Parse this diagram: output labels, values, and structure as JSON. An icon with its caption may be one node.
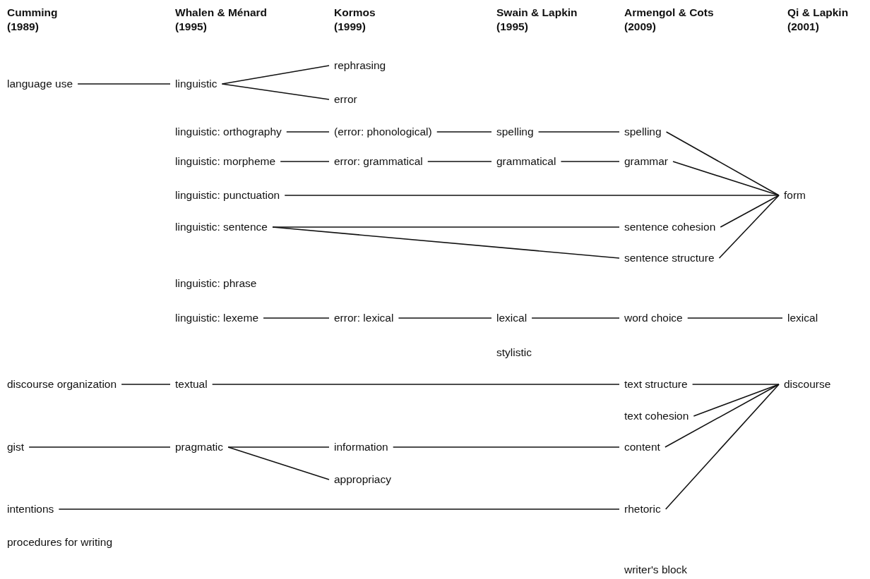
{
  "diagram": {
    "nodes": [
      {
        "text": [
          "language use"
        ]
      },
      {
        "text": [
          "linguistic"
        ]
      },
      {
        "text": [
          "rephrasing"
        ]
      },
      {
        "text": [
          "error"
        ]
      },
      {
        "text": [
          "linguistic: orthography"
        ]
      },
      {
        "text": [
          "(error: phonological)"
        ]
      },
      {
        "text": [
          "spelling"
        ]
      },
      {
        "text": [
          "spelling"
        ]
      },
      {
        "text": [
          "linguistic: morpheme"
        ]
      },
      {
        "text": [
          "error: grammatical"
        ]
      },
      {
        "text": [
          "grammatical"
        ]
      },
      {
        "text": [
          "grammar"
        ]
      },
      {
        "text": [
          "linguistic: punctuation"
        ]
      },
      {
        "text": [
          "form"
        ]
      },
      {
        "text": [
          "linguistic: sentence"
        ]
      },
      {
        "text": [
          "sentence cohesion"
        ]
      },
      {
        "text": [
          "sentence structure"
        ]
      },
      {
        "text": [
          "linguistic: phrase"
        ]
      },
      {
        "text": [
          "linguistic: lexeme"
        ]
      },
      {
        "text": [
          "error: lexical"
        ]
      },
      {
        "text": [
          "lexical"
        ]
      },
      {
        "text": [
          "word choice"
        ]
      },
      {
        "text": [
          "lexical"
        ]
      },
      {
        "text": [
          "stylistic"
        ]
      },
      {
        "text": [
          "discourse organization"
        ]
      },
      {
        "text": [
          "textual"
        ]
      },
      {
        "text": [
          "text structure"
        ]
      },
      {
        "text": [
          "discourse"
        ]
      },
      {
        "text": [
          "text cohesion"
        ]
      },
      {
        "text": [
          "gist"
        ]
      },
      {
        "text": [
          "pragmatic"
        ]
      },
      {
        "text": [
          "information"
        ]
      },
      {
        "text": [
          "content"
        ]
      },
      {
        "text": [
          "appropriacy"
        ]
      },
      {
        "text": [
          "intentions"
        ]
      },
      {
        "text": [
          "rhetoric"
        ]
      },
      {
        "text": [
          "procedures for writing"
        ]
      },
      {
        "text": [
          "writer's block"
        ]
      }
    ],
    "edges": [
      {
        "from": 0,
        "to": 1,
        "arrow": "none"
      },
      {
        "from": 1,
        "to": 2,
        "arrow": "none"
      },
      {
        "from": 1,
        "to": 3,
        "arrow": "none"
      },
      {
        "from": 4,
        "to": 5,
        "arrow": "none"
      },
      {
        "from": 5,
        "to": 6,
        "arrow": "none"
      },
      {
        "from": 6,
        "to": 7,
        "arrow": "none"
      },
      {
        "from": 7,
        "to": 13,
        "arrow": "none"
      },
      {
        "from": 8,
        "to": 9,
        "arrow": "none"
      },
      {
        "from": 9,
        "to": 10,
        "arrow": "none"
      },
      {
        "from": 10,
        "to": 11,
        "arrow": "none"
      },
      {
        "from": 11,
        "to": 13,
        "arrow": "none"
      },
      {
        "from": 12,
        "to": 13,
        "arrow": "none"
      },
      {
        "from": 14,
        "to": 15,
        "arrow": "none"
      },
      {
        "from": 14,
        "to": 16,
        "arrow": "none"
      },
      {
        "from": 15,
        "to": 13,
        "arrow": "none"
      },
      {
        "from": 16,
        "to": 13,
        "arrow": "none"
      },
      {
        "from": 18,
        "to": 19,
        "arrow": "none"
      },
      {
        "from": 19,
        "to": 20,
        "arrow": "none"
      },
      {
        "from": 20,
        "to": 21,
        "arrow": "none"
      },
      {
        "from": 21,
        "to": 22,
        "arrow": "none"
      },
      {
        "from": 24,
        "to": 25,
        "arrow": "none"
      },
      {
        "from": 25,
        "to": 26,
        "arrow": "none"
      },
      {
        "from": 26,
        "to": 27,
        "arrow": "none"
      },
      {
        "from": 28,
        "to": 27,
        "arrow": "none"
      },
      {
        "from": 29,
        "to": 30,
        "arrow": "none"
      },
      {
        "from": 30,
        "to": 31,
        "arrow": "none"
      },
      {
        "from": 31,
        "to": 32,
        "arrow": "none"
      },
      {
        "from": 30,
        "to": 33,
        "arrow": "none"
      },
      {
        "from": 32,
        "to": 27,
        "arrow": "none"
      },
      {
        "from": 34,
        "to": 35,
        "arrow": "none"
      },
      {
        "from": 35,
        "to": 27,
        "arrow": "none"
      }
    ],
    "labels": [
      "Cumming (1989)",
      "Whalen & Ménard (1995)",
      "Kormos (1999)",
      "Swain & Lapkin (1995)",
      "Armengol & Cots (2009)",
      "Qi & Lapkin (2001)"
    ]
  }
}
